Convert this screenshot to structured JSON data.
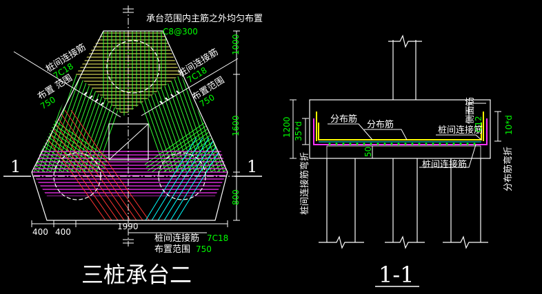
{
  "plan": {
    "note": "承台范围内主筋之外均匀布置",
    "note_spec": "C8@300",
    "tie_label": "桩间连接筋",
    "tie_spec": "7C18",
    "range_label": "布置范围",
    "range_label_spaced": "布置 范围",
    "range_value": "750",
    "dim_top": "1000",
    "dim_mid": "1600",
    "dim_bottom": "800",
    "dim_width": "1990",
    "dim_left_a": "400",
    "dim_left_b": "400",
    "section_mark": "1",
    "caption": "三桩承台二"
  },
  "section": {
    "dim_height": "1200",
    "lap_left": "35*d",
    "dim_small": "50",
    "lap_right": "10*d",
    "dist_bar_1": "分布筋",
    "dist_bar_2": "分布筋",
    "side_bar": "侧面筋",
    "side_bar_spec": "C12",
    "tie_label": "桩间连接筋",
    "tie_label_bottom": "桩间连接筋",
    "tie_bend": "桩间连接筋弯折",
    "dist_bend": "分布筋弯折",
    "caption": "1-1"
  },
  "colors": {
    "background": "#000000",
    "outline": "#ffffff",
    "dimension": "#00ff00",
    "hatch_yellow": "#ffff66",
    "hatch_green": "#33ff33",
    "hatch_magenta": "#ff33ff",
    "hatch_red": "#ff3333",
    "hatch_cyan": "#00ffff",
    "rebar_yellow": "#ffff00"
  }
}
